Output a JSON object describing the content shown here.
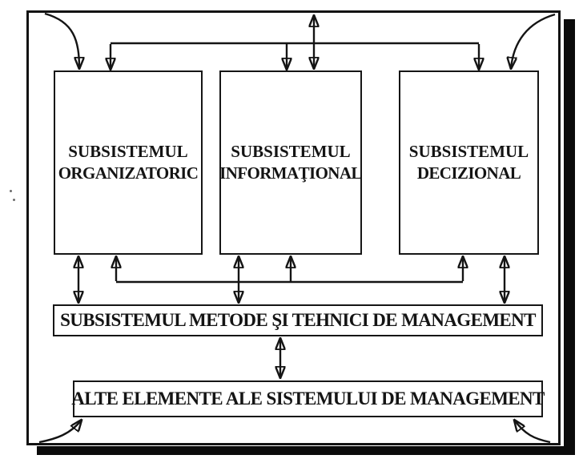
{
  "diagram": {
    "boxes": {
      "organizatoric": {
        "line1": "SUBSISTEMUL",
        "line2": "ORGANIZATORIC"
      },
      "informational": {
        "line1": "SUBSISTEMUL",
        "line2": "INFORMAŢIONAL"
      },
      "decizional": {
        "line1": "SUBSISTEMUL",
        "line2": "DECIZIONAL"
      },
      "metode": {
        "label": "SUBSISTEMUL METODE ŞI TEHNICI DE MANAGEMENT"
      },
      "alte": {
        "label": "ALTE ELEMENTE ALE SISTEMULUI DE MANAGEMENT"
      }
    },
    "colors": {
      "ink": "#141414",
      "background": "#ffffff",
      "frame_shadow": "#0b0b0b"
    }
  }
}
